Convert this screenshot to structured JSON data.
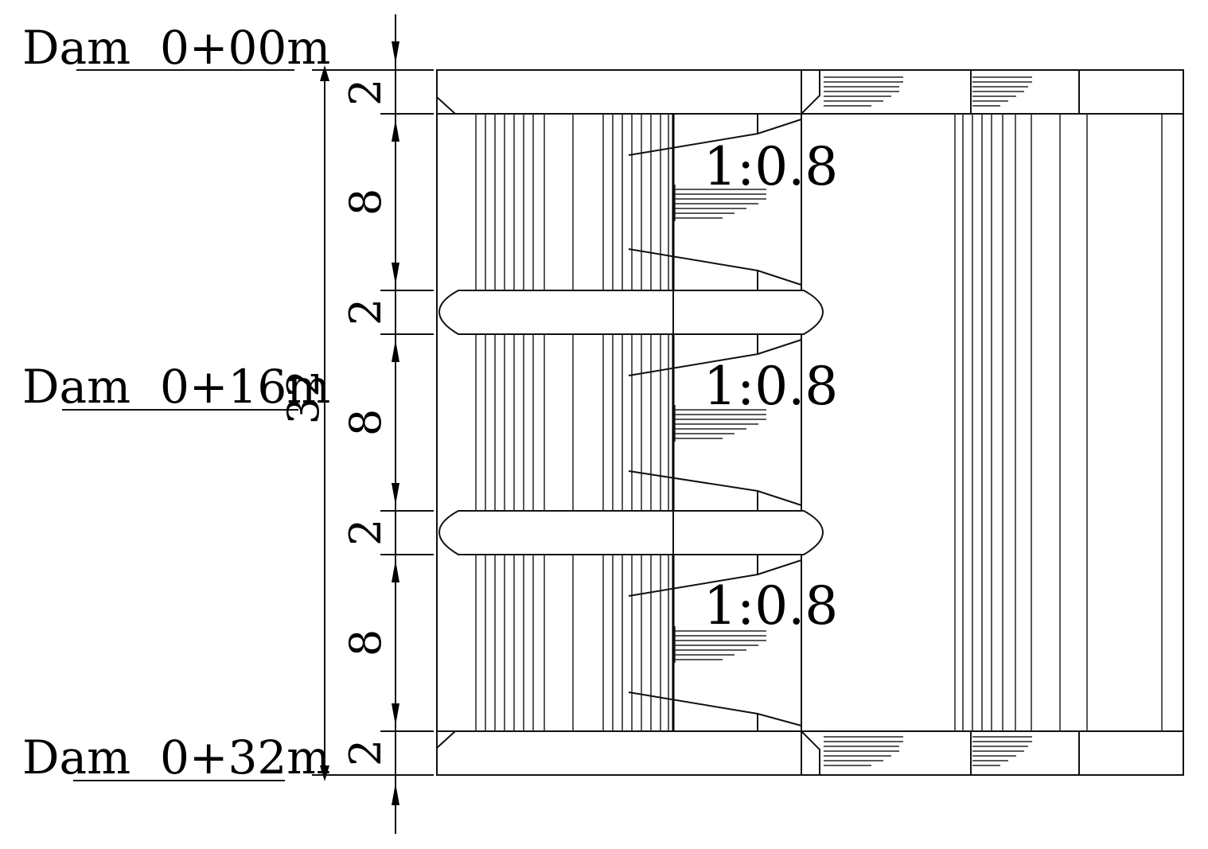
{
  "stations": [
    {
      "label": "Dam  0+00m"
    },
    {
      "label": "Dam  0+16m"
    },
    {
      "label": "Dam  0+32m"
    }
  ],
  "dimensions": {
    "total": "32",
    "segments": [
      "2",
      "8",
      "2",
      "8",
      "2",
      "8",
      "2"
    ]
  },
  "slopes": [
    "1:0.8",
    "1:0.8",
    "1:0.8"
  ],
  "colors": {
    "line": "#111111",
    "background": "#ffffff"
  }
}
